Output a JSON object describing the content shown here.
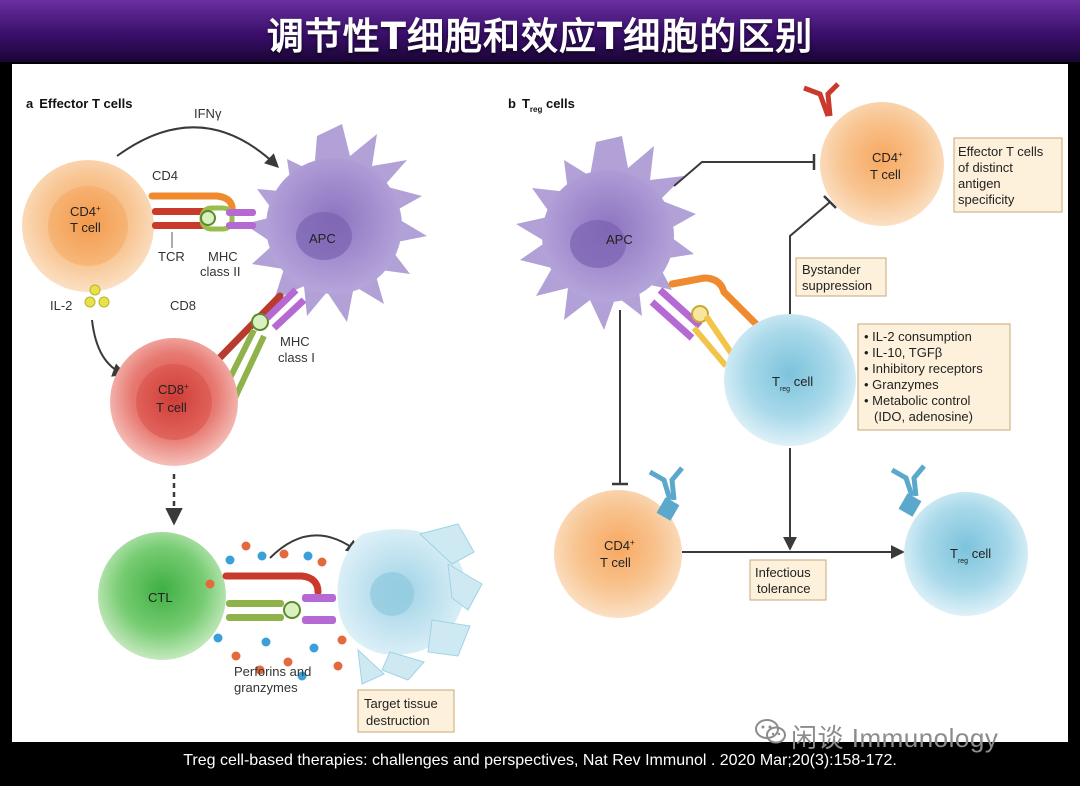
{
  "header": {
    "title": "调节性T细胞和效应T细胞的区别"
  },
  "panel_a": {
    "heading_letter": "a",
    "heading": "Effector T cells",
    "ifng": "IFNγ",
    "cd4_label": "CD4",
    "cd4_cell_line1": "CD4",
    "cd4_cell_sup": "+",
    "cell_word": "T cell",
    "tcr": "TCR",
    "mhc2_line1": "MHC",
    "mhc2_line2": "class II",
    "apc": "APC",
    "il2": "IL-2",
    "cd8_label": "CD8",
    "mhc1_line1": "MHC",
    "mhc1_line2": "class I",
    "cd8_cell_line1": "CD8",
    "cd8_cell_sup": "+",
    "ctl": "CTL",
    "perforins_line1": "Perforins and",
    "perforins_line2": "granzymes",
    "target_line1": "Target tissue",
    "target_line2": "destruction"
  },
  "panel_b": {
    "heading_letter": "b",
    "heading_T": "T",
    "heading_sub": "reg",
    "heading_rest": " cells",
    "apc": "APC",
    "cd4_line1": "CD4",
    "cd4_sup": "+",
    "cell_word": "T cell",
    "effector_box": [
      "Effector T cells",
      "of distinct",
      "antigen",
      "specificity"
    ],
    "bystander_box": [
      "Bystander",
      "suppression"
    ],
    "mechanisms": [
      "IL-2 consumption",
      "IL-10, TGFβ",
      "Inhibitory receptors",
      "Granzymes",
      "Metabolic control",
      "(IDO, adenosine)"
    ],
    "treg_T": "T",
    "treg_sub": "reg",
    "treg_rest": " cell",
    "infectious_box": [
      "Infectious",
      "tolerance"
    ]
  },
  "footer": {
    "citation": "Treg cell-based therapies: challenges and perspectives, Nat Rev Immunol . 2020 Mar;20(3):158-172.",
    "watermark": "闲谈 Immunology"
  },
  "colors": {
    "title_bar": "#4b1a80",
    "cd4_cell": "#f6c08a",
    "cd8_cell": "#e0625a",
    "ctl_cell": "#5cc05a",
    "apc": "#9b86c6",
    "treg_cell": "#9fd3e6",
    "box_fill": "#fdf1dc"
  }
}
